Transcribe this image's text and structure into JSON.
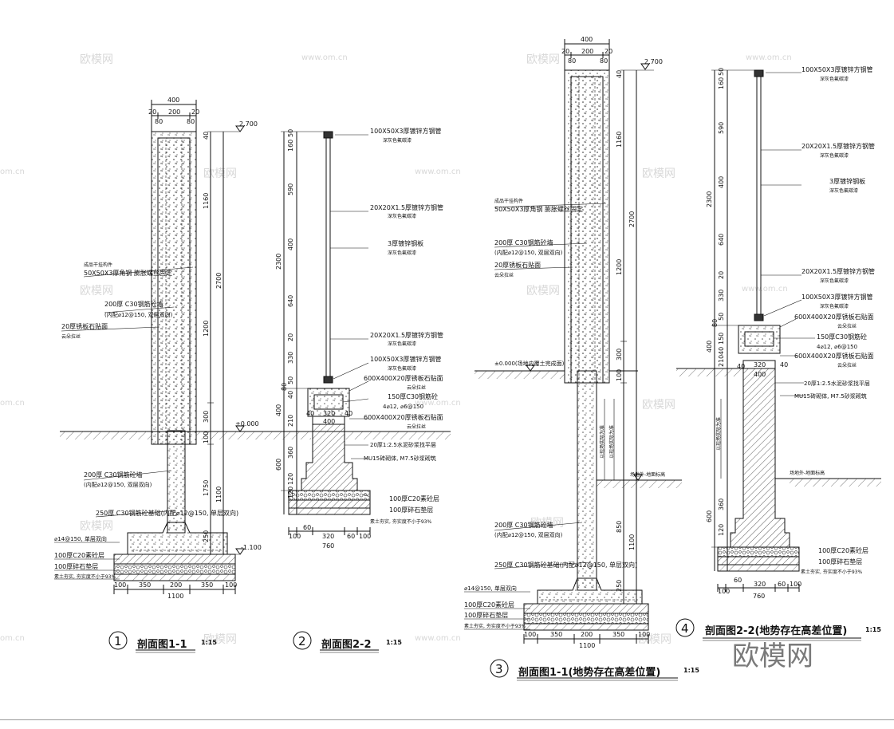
{
  "watermarks": {
    "brand": "欧模网",
    "url": "www.om.cn",
    "url_partial": "om.cn"
  },
  "section_1": {
    "number": "1",
    "title": "剖面图1-1",
    "scale": "1:15",
    "dims_top": [
      "400",
      "20",
      "200",
      "20",
      "80",
      "80"
    ],
    "dims_side": [
      "40",
      "1160",
      "2700",
      "1200",
      "300",
      "100",
      "1750",
      "1100",
      "250"
    ],
    "dims_bottom": [
      "100",
      "350",
      "200",
      "350",
      "100",
      "1100"
    ],
    "levels": [
      "2.700",
      "±0.000",
      "-1.100"
    ],
    "labels": {
      "embed_1": "成品干挂构件",
      "embed_2": "50X50X3厚角钢 膨胀螺丝固定",
      "wall_1": "200厚 C30钢筋砼墙",
      "wall_2": "(内配⌀12@150, 双层双向)",
      "stone_1": "20厚锈板石贴面",
      "stone_2": "云朵拉丝",
      "wall_low_1": "200厚 C30钢筋砼墙",
      "wall_low_2": "(内配⌀12@150, 双层双向)",
      "footing": "250厚 C30钢筋砼基础(内配⌀12@150, 单层双向)",
      "rebar": "⌀14@150, 单层双向",
      "c20": "100厚C20素砼层",
      "gravel": "100厚碎石垫层",
      "soil": "素土夯实, 夯实度不小于93%"
    }
  },
  "section_2": {
    "number": "2",
    "title": "剖面图2-2",
    "scale": "1:15",
    "dims_side": [
      "50",
      "160",
      "590",
      "400",
      "2300",
      "640",
      "20",
      "330",
      "50",
      "80",
      "40",
      "400",
      "210",
      "360",
      "600",
      "120",
      "120"
    ],
    "dims_inner": [
      "40",
      "320",
      "40",
      "400"
    ],
    "dims_bottom": [
      "60",
      "100",
      "320",
      "60",
      "100",
      "760"
    ],
    "labels": {
      "rail_top_1": "100X50X3厚镀锌方钢管",
      "rail_top_2": "深灰色氟碳漆",
      "bar_1": "20X20X1.5厚镀锌方钢管",
      "bar_1b": "深灰色氟碳漆",
      "plate_1": "3厚镀锌钢板",
      "plate_2": "深灰色氟碳漆",
      "bar_2": "20X20X1.5厚镀锌方钢管",
      "bar_2b": "深灰色氟碳漆",
      "rail_bot_1": "100X50X3厚镀锌方钢管",
      "rail_bot_2": "深灰色氟碳漆",
      "cap_1": "600X400X20厚锈板石贴面",
      "cap_2": "云朵拉丝",
      "beam_1": "150厚C30钢筋砼",
      "beam_2": "4⌀12, ⌀6@150",
      "cap_3": "600X400X20厚锈板石贴面",
      "cap_4": "云朵拉丝",
      "mortar": "20厚1:2.5水泥砂浆找平层",
      "brick": "MU15砖砌体, M7.5砂浆砌筑",
      "c20": "100厚C20素砼层",
      "gravel": "100厚碎石垫层",
      "soil": "素土夯实, 夯实度不小于93%"
    }
  },
  "section_3": {
    "number": "3",
    "title": "剖面图1-1(地势存在高差位置)",
    "scale": "1:15",
    "dims_top": [
      "400",
      "20",
      "200",
      "20",
      "80",
      "80"
    ],
    "dims_side": [
      "40",
      "1160",
      "2700",
      "1200",
      "300",
      "100",
      "850",
      "1100",
      "250"
    ],
    "dims_bottom": [
      "100",
      "350",
      "200",
      "350",
      "100",
      "1100"
    ],
    "levels": [
      "2.700",
      "±0.000(场地内覆土完成面)"
    ],
    "labels": {
      "embed_1": "成品干挂构件",
      "embed_2": "50X50X3厚角钢 膨胀螺丝固定",
      "wall_1": "200厚 C30钢筋砼墙",
      "wall_2": "(内配⌀12@150, 双层双向)",
      "stone_1": "20厚锈板石贴面",
      "stone_2": "云朵拉丝",
      "vertical_1": "以现场实际为准",
      "vertical_2": "以现场实际为准",
      "grade": "场地外-地面标高",
      "wall_low_1": "200厚 C30钢筋砼墙",
      "wall_low_2": "(内配⌀12@150, 双层双向)",
      "footing": "250厚 C30钢筋砼基础(内配⌀12@150, 单层双向)",
      "rebar": "⌀14@150, 单层双向",
      "c20": "100厚C20素砼层",
      "gravel": "100厚碎石垫层",
      "soil": "素土夯实, 夯实度不小于93%"
    }
  },
  "section_4": {
    "number": "4",
    "title": "剖面图2-2(地势存在高差位置)",
    "scale": "1:15",
    "dims_side": [
      "50",
      "160",
      "590",
      "400",
      "2300",
      "640",
      "20",
      "330",
      "50",
      "80",
      "150",
      "40",
      "400",
      "210",
      "360",
      "600",
      "120"
    ],
    "dims_inner": [
      "40",
      "320",
      "40",
      "400"
    ],
    "dims_bottom": [
      "60",
      "100",
      "320",
      "60",
      "100",
      "760"
    ],
    "labels": {
      "rail_top_1": "100X50X3厚镀锌方钢管",
      "rail_top_2": "深灰色氟碳漆",
      "bar_1": "20X20X1.5厚镀锌方钢管",
      "bar_1b": "深灰色氟碳漆",
      "plate_1": "3厚镀锌钢板",
      "plate_2": "深灰色氟碳漆",
      "bar_2": "20X20X1.5厚镀锌方钢管",
      "bar_2b": "深灰色氟碳漆",
      "rail_bot_1": "100X50X3厚镀锌方钢管",
      "rail_bot_2": "深灰色氟碳漆",
      "cap_1": "600X400X20厚锈板石贴面",
      "cap_2": "云朵拉丝",
      "beam_1": "150厚C30钢筋砼",
      "beam_2": "4⌀12, ⌀6@150",
      "cap_3": "600X400X20厚锈板石贴面",
      "cap_4": "云朵拉丝",
      "mortar": "20厚1:2.5水泥砂浆找平层",
      "brick": "MU15砖砌体, M7.5砂浆砌筑",
      "vertical_1": "以现场实际为准",
      "grade": "场地外-地面标高",
      "c20": "100厚C20素砼层",
      "gravel": "100厚碎石垫层",
      "soil": "素土夯实, 夯实度不小于93%"
    }
  }
}
